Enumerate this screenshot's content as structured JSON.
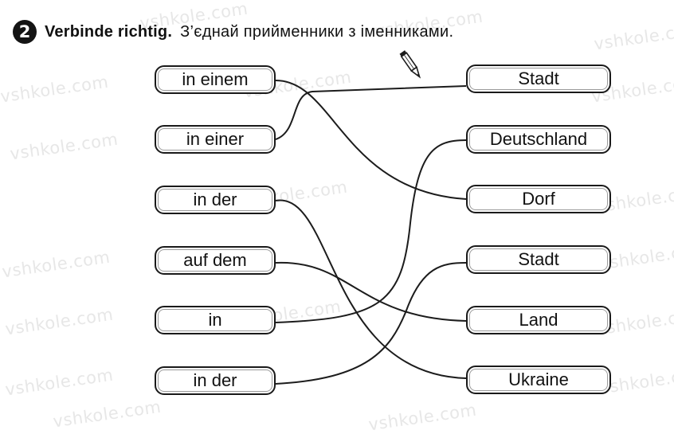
{
  "exercise": {
    "number": "2",
    "instruction_de": "Verbinde richtig.",
    "instruction_ua": "З’єднай прийменники з іменниками."
  },
  "left_items": [
    "in einem",
    "in einer",
    "in der",
    "auf dem",
    "in",
    "in der"
  ],
  "right_items": [
    "Stadt",
    "Deutschland",
    "Dorf",
    "Stadt",
    "Land",
    "Ukraine"
  ],
  "connections": [
    [
      0,
      2
    ],
    [
      1,
      0
    ],
    [
      2,
      5
    ],
    [
      3,
      4
    ],
    [
      4,
      1
    ],
    [
      5,
      3
    ]
  ],
  "watermark": "vshkole.com",
  "colors": {
    "ink": "#1c1c1c",
    "watermark": "#e7e7e7"
  },
  "icons": {
    "drawing_tool": "pencil-icon"
  }
}
